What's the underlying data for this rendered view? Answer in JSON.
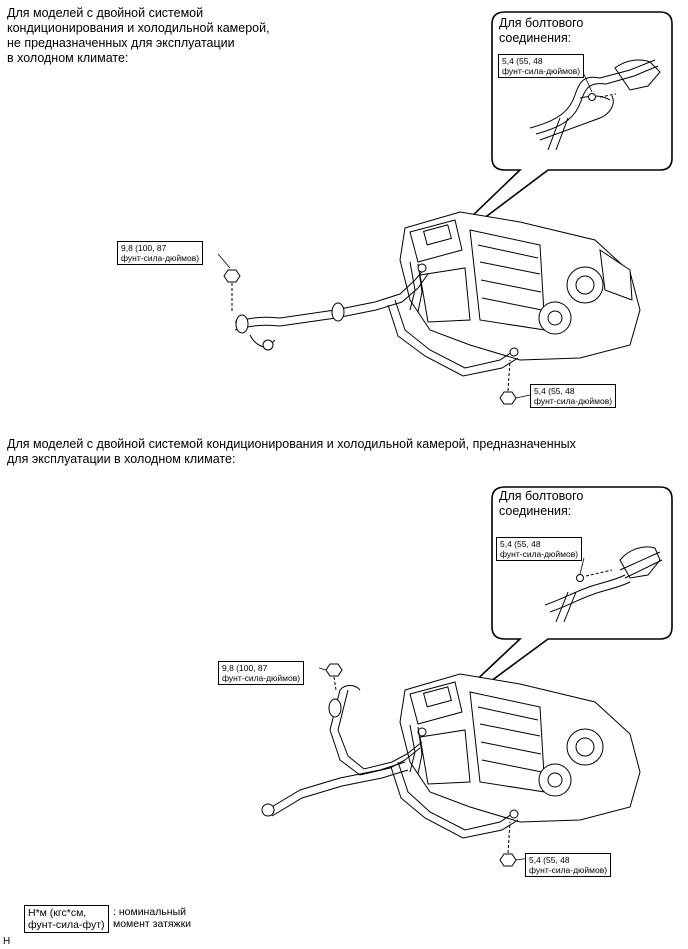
{
  "top": {
    "heading": "Для моделей с двойной системой\nкондиционирования и холодильной камерой,\nне предназначенных для эксплуатации\nв холодном климате:",
    "bubble_title": "Для болтового\nсоединения:",
    "bubble_torque": "5,4 (55, 48\nфунт-сила-дюймов)",
    "torque_left": "9,8 (100, 87\nфунт-сила-дюймов)",
    "torque_bottom": "5,4 (55, 48\nфунт-сила-дюймов)"
  },
  "bottom": {
    "heading": "Для моделей с двойной системой кондиционирования и холодильной камерой, предназначенных\nдля эксплуатации в холодном климате:",
    "bubble_title": "Для болтового\nсоединения:",
    "bubble_torque": "5,4 (55, 48\nфунт-сила-дюймов)",
    "torque_left": "9,8 (100, 87\nфунт-сила-дюймов)",
    "torque_bottom": "5,4 (55, 48\nфунт-сила-дюймов)"
  },
  "legend": {
    "box": "Н*м (кгс*см,\nфунт-сила-фут)",
    "text": ": номинальный\nмомент затяжки"
  },
  "footer_code": "H"
}
